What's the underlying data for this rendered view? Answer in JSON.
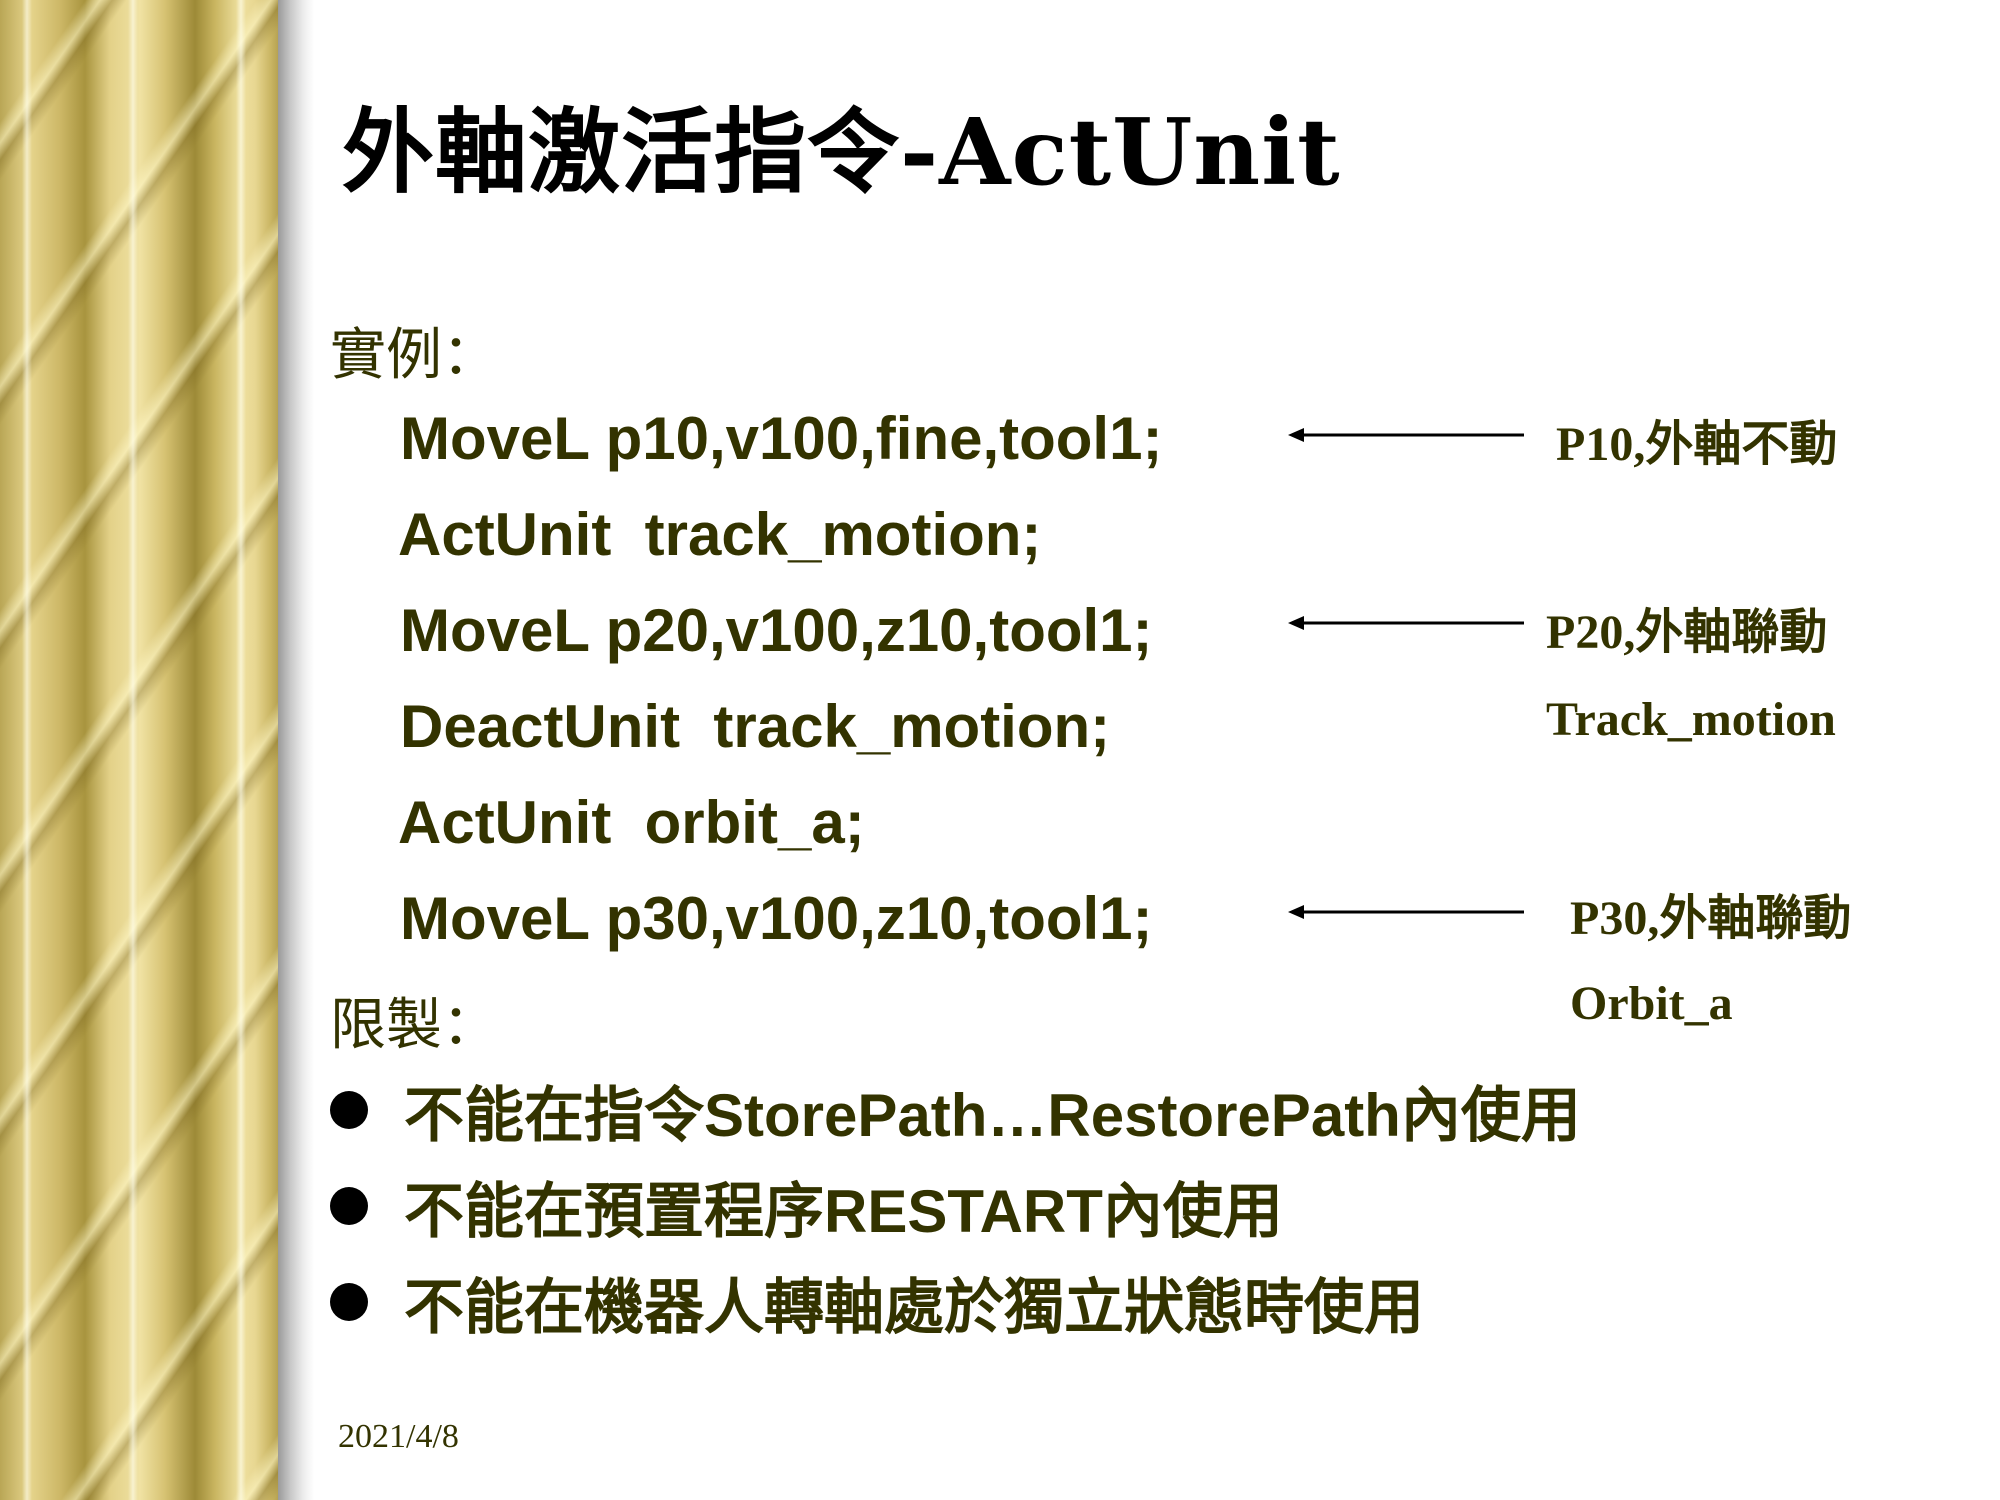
{
  "slide": {
    "title": "外軸激活指令-ActUnit",
    "example_label": "實例：",
    "code_lines": [
      "MoveL p10,v100,fine,tool1;",
      "ActUnit  track_motion;",
      "MoveL p20,v100,z10,tool1;",
      "DeactUnit  track_motion;",
      "ActUnit  orbit_a;",
      "MoveL p30,v100,z10,tool1;"
    ],
    "annotations": [
      "P10,外軸不動",
      "P20,外軸聯動",
      "Track_motion",
      "P30,外軸聯動",
      "Orbit_a"
    ],
    "limit_label": "限製：",
    "bullets": [
      "不能在指令StorePath…RestorePath內使用",
      "不能在預置程序RESTART內使用",
      "不能在機器人轉軸處於獨立狀態時使用"
    ],
    "date": "2021/4/8"
  },
  "colors": {
    "text_dark_olive": "#333300",
    "title_black": "#000000",
    "left_strip_gold": "#d6c272"
  }
}
